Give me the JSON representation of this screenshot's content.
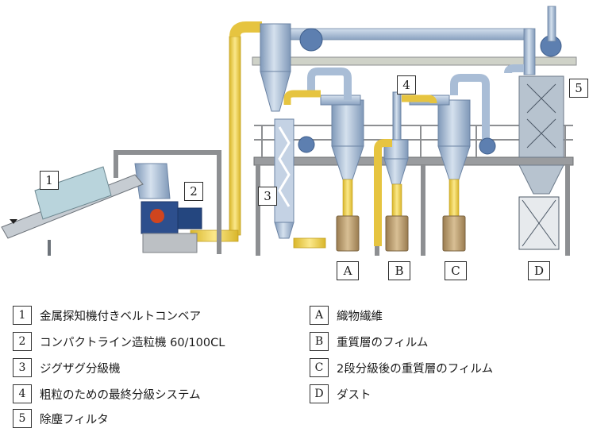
{
  "diagram": {
    "machine_tags": [
      "1",
      "2",
      "3",
      "4",
      "5"
    ],
    "bin_tags": [
      "A",
      "B",
      "C",
      "D"
    ]
  },
  "legend": {
    "left": [
      {
        "key": "1",
        "text": "金属探知機付きベルトコンベア"
      },
      {
        "key": "2",
        "text": "コンパクトライン造粒機 60/100CL"
      },
      {
        "key": "3",
        "text": "ジグザグ分級機"
      },
      {
        "key": "4",
        "text": "粗粒のための最終分級システム"
      },
      {
        "key": "5",
        "text": "除塵フィルタ"
      }
    ],
    "right": [
      {
        "key": "A",
        "text": "織物繊維"
      },
      {
        "key": "B",
        "text": "重質層のフィルム"
      },
      {
        "key": "C",
        "text": "2段分級後の重質層のフィルム"
      },
      {
        "key": "D",
        "text": "ダスト"
      }
    ]
  },
  "colors": {
    "duct_blue": "#a9bdd6",
    "pipe_yellow": "#f2d24a",
    "frame_grey": "#8d8f92",
    "drum_brown": "#b89a6c"
  }
}
